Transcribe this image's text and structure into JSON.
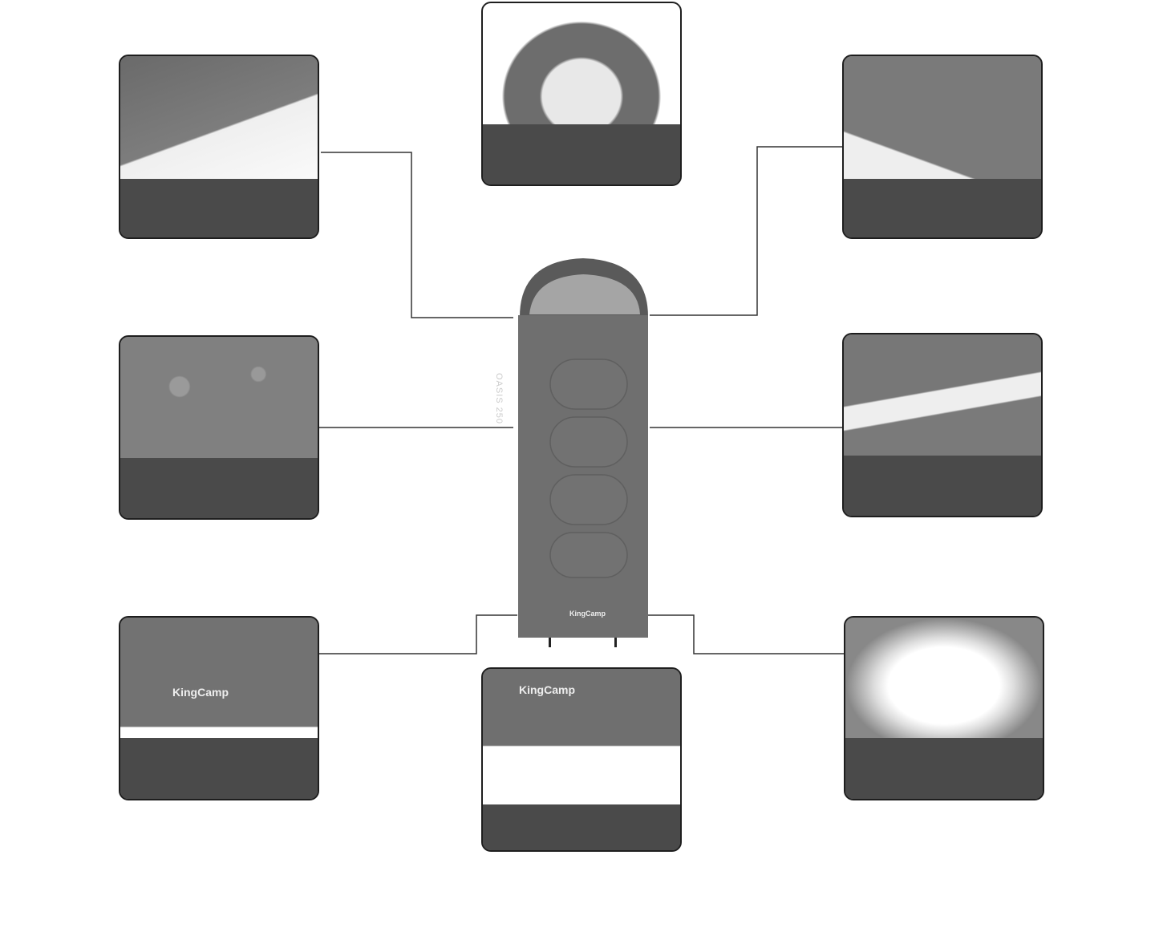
{
  "product": {
    "model_label": "OASIS 250",
    "brand_label": "KingCamp"
  },
  "features": [
    {
      "id": "zipper-slider"
    },
    {
      "id": "drawstring-hood"
    },
    {
      "id": "pillow-pocket-logo"
    },
    {
      "id": "water-repellent-fabric"
    },
    {
      "id": "two-way-zipper"
    },
    {
      "id": "foot-box-loops"
    },
    {
      "id": "open-foot-zip"
    },
    {
      "id": "hollow-fiber-filling"
    }
  ],
  "colors": {
    "bag": "#6f6f6f",
    "band": "#4a4a4a",
    "line": "#333333"
  }
}
